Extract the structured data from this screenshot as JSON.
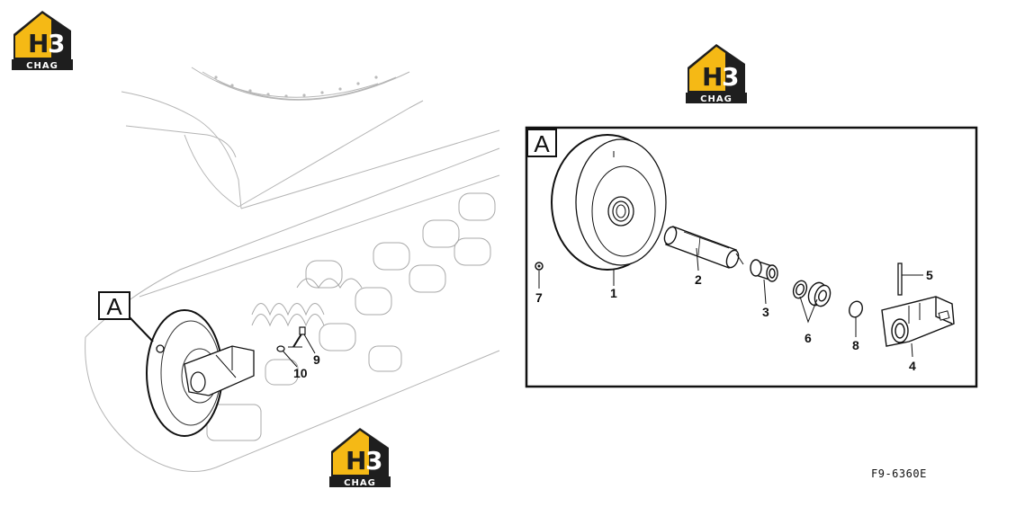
{
  "overview": {
    "view_label": "A",
    "callouts": [
      "9",
      "10"
    ]
  },
  "detail": {
    "view_label": "A",
    "callouts": [
      "1",
      "2",
      "3",
      "4",
      "5",
      "6",
      "7",
      "8"
    ]
  },
  "watermark": {
    "logo_main": "H3",
    "logo_sub": "CHAG",
    "color_yellow": "#f5b915",
    "color_dark": "#1e1e1e"
  },
  "figure_code": "F9-6360E"
}
